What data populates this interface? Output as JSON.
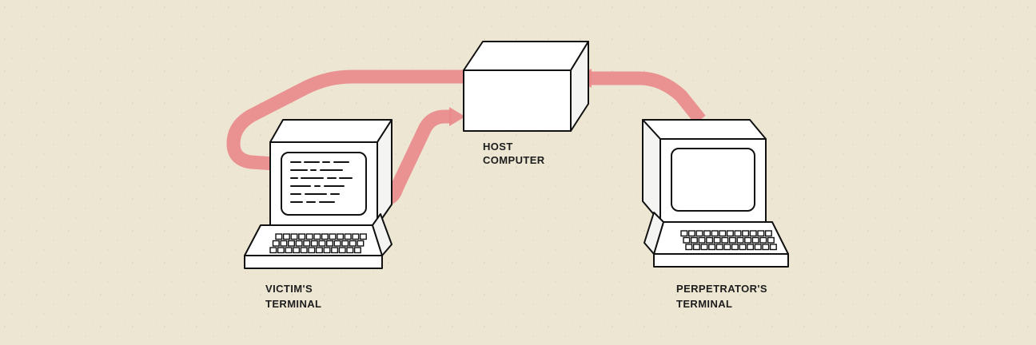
{
  "diagram": {
    "nodes": {
      "host": {
        "label_line1": "HOST",
        "label_line2": "COMPUTER"
      },
      "victim": {
        "label_line1": "VICTIM'S",
        "label_line2": "TERMINAL"
      },
      "perpetrator": {
        "label_line1": "PERPETRATOR'S",
        "label_line2": "TERMINAL"
      }
    },
    "edges": [
      {
        "from": "perpetrator",
        "to": "host"
      },
      {
        "from": "host",
        "to": "victim"
      },
      {
        "from": "victim",
        "to": "host"
      }
    ]
  },
  "colors": {
    "background": "#ede6d3",
    "arrow": "#e98b8b",
    "outline": "#111111"
  }
}
